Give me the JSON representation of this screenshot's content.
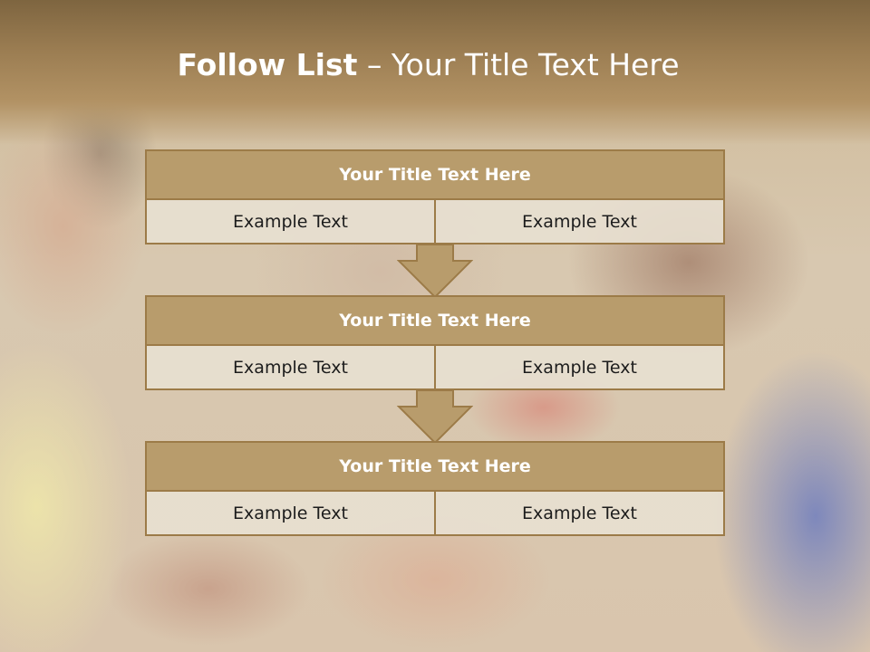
{
  "slide": {
    "title_bold": "Follow List",
    "title_rest": "– Your Title Text Here"
  },
  "blocks": [
    {
      "header": "Your Title Text Here",
      "cells": [
        "Example Text",
        "Example Text"
      ]
    },
    {
      "header": "Your Title Text Here",
      "cells": [
        "Example Text",
        "Example Text"
      ]
    },
    {
      "header": "Your Title Text Here",
      "cells": [
        "Example Text",
        "Example Text"
      ]
    }
  ],
  "colors": {
    "header_fill": "#b89c6c",
    "border": "#9c7b48",
    "cell_fill": "#e8e0d2",
    "title_bar": "#9b7d52"
  },
  "icons": [
    "down-arrow-icon",
    "down-arrow-icon"
  ]
}
